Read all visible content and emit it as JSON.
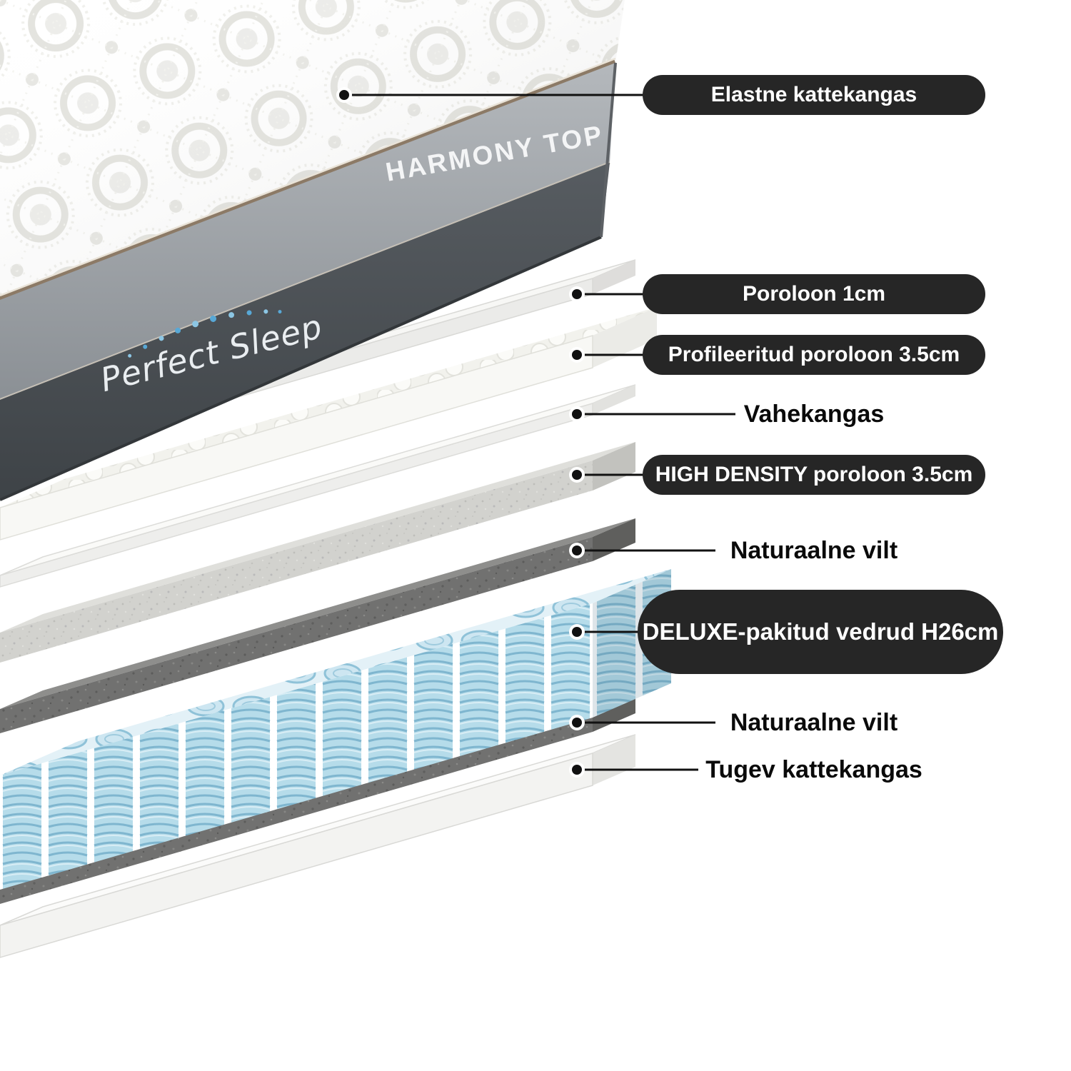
{
  "illustration": {
    "band_text": "HARMONY TOP",
    "brand_text": "Perfect Sleep"
  },
  "callouts": [
    {
      "label": "Elastne kattekangas",
      "style": "pill"
    },
    {
      "label": "Poroloon 1cm",
      "style": "pill"
    },
    {
      "label": "Profileeritud poroloon 3.5cm",
      "style": "pill"
    },
    {
      "label": "Vahekangas",
      "style": "plain"
    },
    {
      "label": "HIGH DENSITY poroloon 3.5cm",
      "style": "pill"
    },
    {
      "label": "Naturaalne vilt",
      "style": "plain"
    },
    {
      "label": "DELUXE-pakitud vedrud H26cm",
      "style": "pill-large"
    },
    {
      "label": "Naturaalne vilt",
      "style": "plain"
    },
    {
      "label": "Tugev kattekangas",
      "style": "plain"
    }
  ],
  "colors": {
    "label_bg": "#262626",
    "label_text": "#ffffff",
    "plain_text": "#0a0a0a",
    "spring_blue": "#b6dcea",
    "felt_gray": "#717170",
    "foam_gray": "#d2d2ce"
  }
}
